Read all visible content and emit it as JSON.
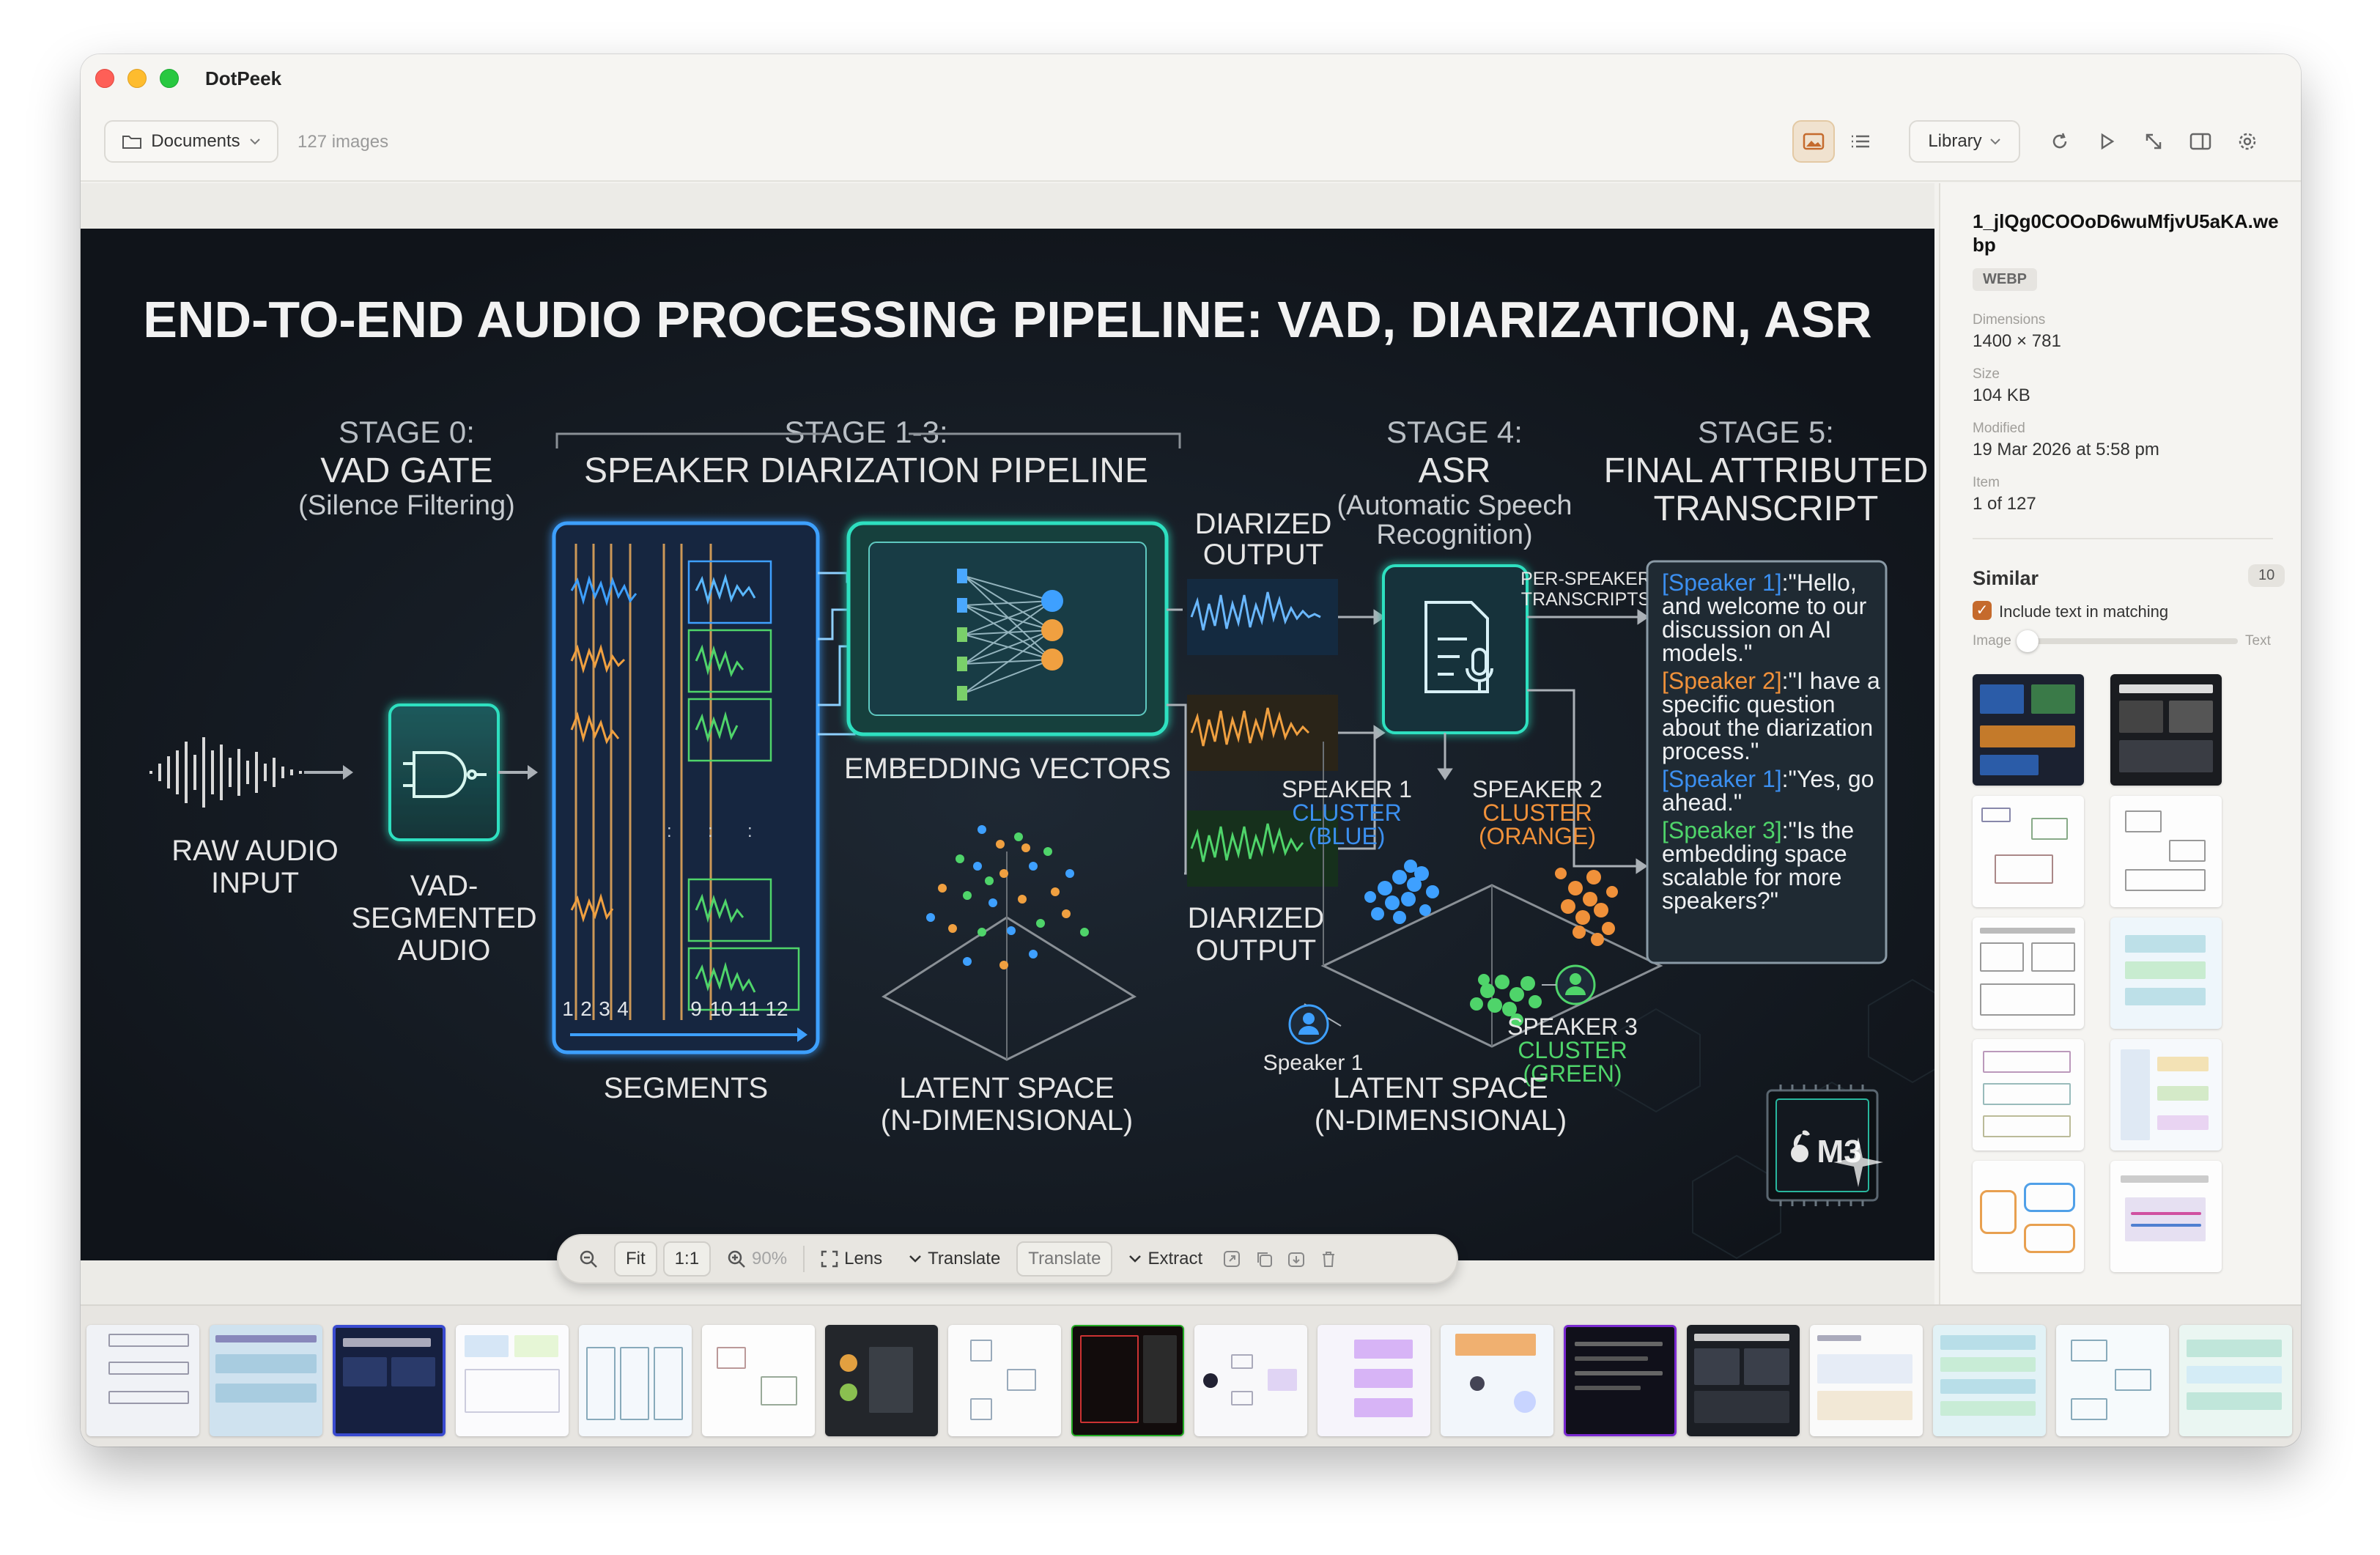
{
  "window": {
    "app_title": "DotPeek"
  },
  "toolbar": {
    "folder_label": "Documents",
    "image_count": "127 images",
    "library_label": "Library",
    "icons": [
      "image-view-icon",
      "list-view-icon",
      "refresh-icon",
      "play-icon",
      "expand-icon",
      "sidebar-icon",
      "gear-icon"
    ]
  },
  "infographic": {
    "title": "END-TO-END AUDIO PROCESSING PIPELINE: VAD, DIARIZATION, ASR",
    "stage0": {
      "label": "STAGE 0:",
      "name": "VAD GATE",
      "sub": "(Silence Filtering)"
    },
    "stage13": {
      "label": "STAGE 1-3:",
      "name": "SPEAKER DIARIZATION PIPELINE"
    },
    "stage4": {
      "label": "STAGE 4:",
      "name": "ASR",
      "sub1": "(Automatic Speech",
      "sub2": "Recognition)"
    },
    "stage5": {
      "label": "STAGE 5:",
      "name1": "FINAL ATTRIBUTED",
      "name2": "TRANSCRIPT"
    },
    "raw_audio": [
      "RAW AUDIO",
      "INPUT"
    ],
    "vad_segmented": [
      "VAD-",
      "SEGMENTED",
      "AUDIO"
    ],
    "segments_label": "SEGMENTS",
    "segment_numbers": [
      "1",
      "2",
      "3",
      "4",
      "9",
      "10",
      "11",
      "12"
    ],
    "embedding_label": "EMBEDDING VECTORS",
    "latent1": [
      "LATENT SPACE",
      "(N-DIMENSIONAL)"
    ],
    "diarized_output_top": [
      "DIARIZED",
      "OUTPUT"
    ],
    "diarized_output_bottom": [
      "DIARIZED",
      "OUTPUT"
    ],
    "per_speaker": [
      "PER-SPEAKER",
      "TRANSCRIPTS"
    ],
    "speaker1_cluster": [
      "SPEAKER 1",
      "CLUSTER",
      "(BLUE)"
    ],
    "speaker2_cluster": [
      "SPEAKER 2",
      "CLUSTER",
      "(ORANGE)"
    ],
    "speaker3_cluster": [
      "SPEAKER 3",
      "CLUSTER",
      "(GREEN)"
    ],
    "speaker1_icon_label": "Speaker 1",
    "latent2": [
      "LATENT SPACE",
      "(N-DIMENSIONAL)"
    ],
    "chip_label": "M3",
    "transcript": [
      {
        "speaker": "[Speaker 1]",
        "lines": [
          ":\"Hello,",
          "and welcome to our",
          "discussion on AI",
          "models.\""
        ],
        "color": "#3b8ff0"
      },
      {
        "speaker": "[Speaker 2]",
        "lines": [
          ":\"I have a",
          "specific question",
          "about the diarization",
          "process.\""
        ],
        "color": "#f0913a"
      },
      {
        "speaker": "[Speaker 1]",
        "lines": [
          ":\"Yes, go",
          "ahead.\""
        ],
        "color": "#3b8ff0"
      },
      {
        "speaker": "[Speaker 3]",
        "lines": [
          ":\"Is the",
          "embedding space",
          "scalable for more",
          "speakers?\""
        ],
        "color": "#4fd46a"
      }
    ]
  },
  "viewer_toolbar": {
    "fit": "Fit",
    "one_to_one": "1:1",
    "zoom": "90%",
    "lens": "Lens",
    "translate_dropdown": "Translate",
    "translate_button": "Translate",
    "extract": "Extract"
  },
  "sidebar": {
    "filename": "1_jlQg0COOoD6wuMfjvU5aKA.webp",
    "format_badge": "WEBP",
    "dimensions_label": "Dimensions",
    "dimensions_value": "1400 × 781",
    "size_label": "Size",
    "size_value": "104 KB",
    "modified_label": "Modified",
    "modified_value": "19 Mar 2026 at 5:58 pm",
    "item_label": "Item",
    "item_value": "1 of 127",
    "similar_title": "Similar",
    "similar_count": "10",
    "include_text_label": "Include text in matching",
    "slider_left": "Image",
    "slider_right": "Text"
  },
  "colors": {
    "accent_orange": "#c56a2c",
    "blue": "#3b8ff0",
    "orange": "#f0913a",
    "green": "#4fd46a",
    "teal_glow": "#2fe0c0"
  }
}
